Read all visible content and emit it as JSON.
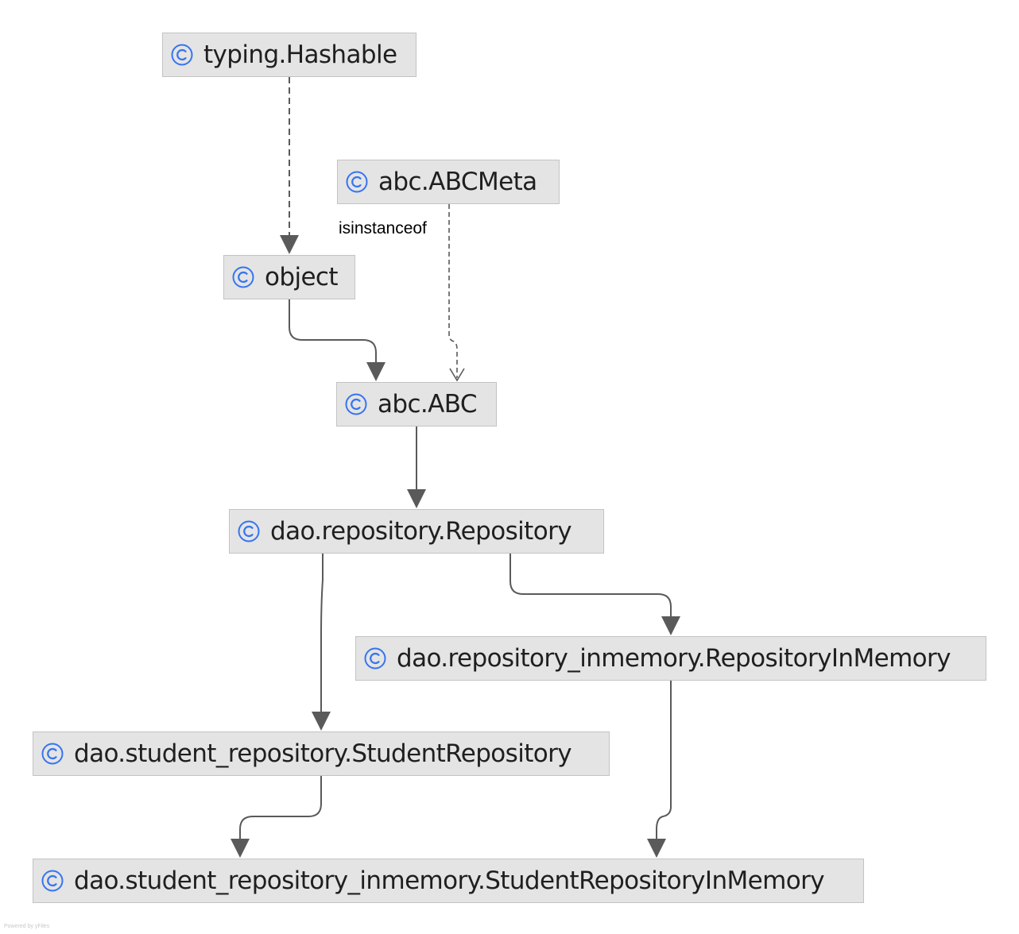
{
  "diagram": {
    "nodes": {
      "hashable": {
        "label": "typing.Hashable",
        "icon": "class-icon"
      },
      "abcmeta": {
        "label": "abc.ABCMeta",
        "icon": "class-icon"
      },
      "object": {
        "label": "object",
        "icon": "class-icon"
      },
      "abc": {
        "label": "abc.ABC",
        "icon": "class-icon"
      },
      "repository": {
        "label": "dao.repository.Repository",
        "icon": "class-icon"
      },
      "repo_inmemory": {
        "label": "dao.repository_inmemory.RepositoryInMemory",
        "icon": "class-icon"
      },
      "student_repo": {
        "label": "dao.student_repository.StudentRepository",
        "icon": "class-icon"
      },
      "student_repo_inmemory": {
        "label": "dao.student_repository_inmemory.StudentRepositoryInMemory",
        "icon": "class-icon"
      }
    },
    "edges": [
      {
        "from": "typing.Hashable",
        "to": "object",
        "style": "dashed"
      },
      {
        "from": "abc.ABCMeta",
        "to": "abc.ABC",
        "style": "dashed-open",
        "label": "isinstanceof"
      },
      {
        "from": "object",
        "to": "abc.ABC",
        "style": "solid"
      },
      {
        "from": "abc.ABC",
        "to": "dao.repository.Repository",
        "style": "solid"
      },
      {
        "from": "dao.repository.Repository",
        "to": "dao.repository_inmemory.RepositoryInMemory",
        "style": "solid"
      },
      {
        "from": "dao.repository.Repository",
        "to": "dao.student_repository.StudentRepository",
        "style": "solid"
      },
      {
        "from": "dao.student_repository.StudentRepository",
        "to": "dao.student_repository_inmemory.StudentRepositoryInMemory",
        "style": "solid"
      },
      {
        "from": "dao.repository_inmemory.RepositoryInMemory",
        "to": "dao.student_repository_inmemory.StudentRepositoryInMemory",
        "style": "solid"
      }
    ],
    "edge_label_isinstanceof": "isinstanceof",
    "footer": "Powered by yFiles"
  },
  "colors": {
    "node_fill": "#e4e4e4",
    "node_border": "#c3c3c3",
    "edge": "#5a5a5a",
    "icon": "#3574f0"
  }
}
